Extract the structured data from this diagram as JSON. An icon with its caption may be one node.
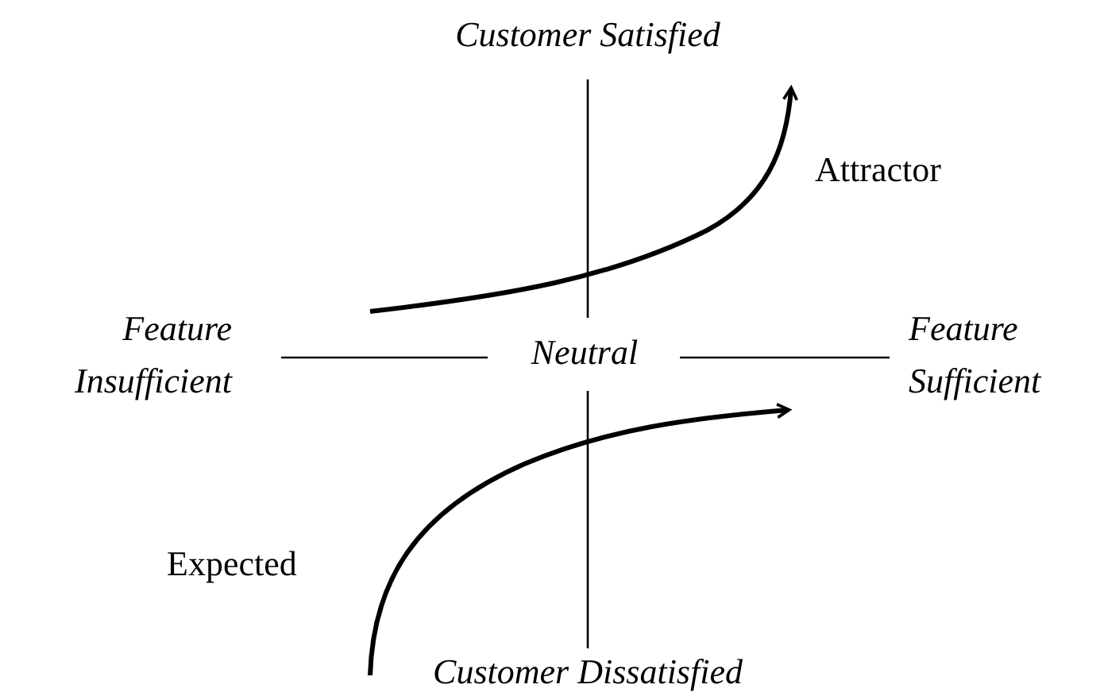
{
  "diagram": {
    "labels": [
      "Customer Satisfied",
      "Attractor",
      "Feature Insufficient",
      "Neutral",
      "Feature Sufficient",
      "Expected",
      "Customer Dissatisfied"
    ]
  }
}
